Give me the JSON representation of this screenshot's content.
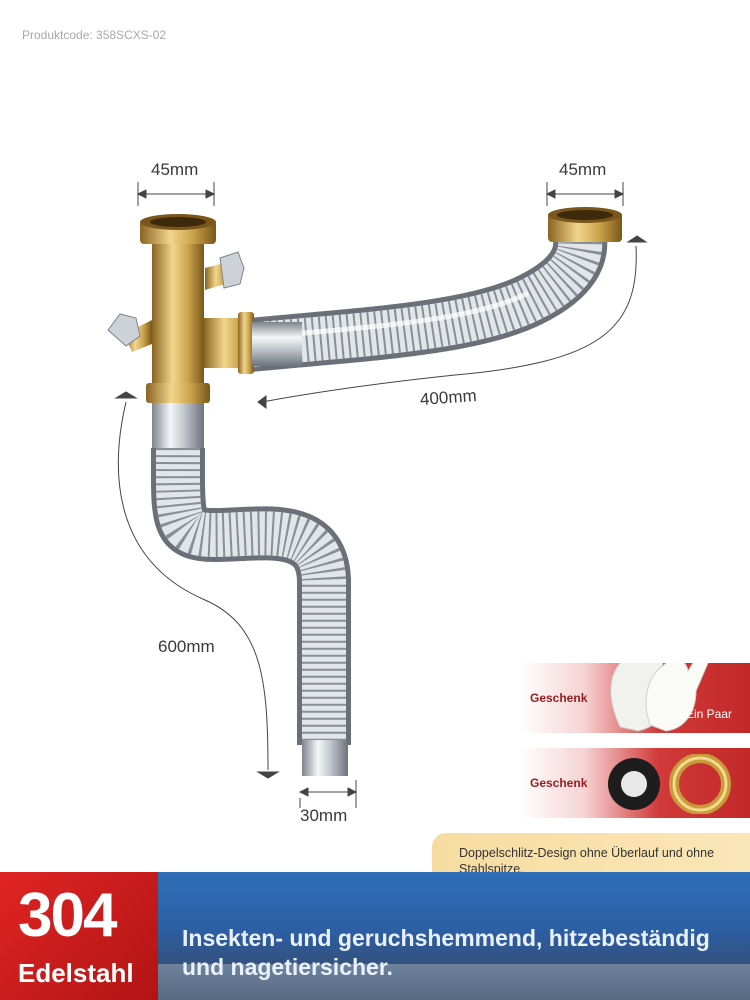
{
  "product_code": "Produktcode: 358SCXS-02",
  "dimensions": {
    "top_left": "45mm",
    "top_right": "45mm",
    "length_horizontal": "400mm",
    "length_vertical": "600mm",
    "bottom": "30mm"
  },
  "gifts": [
    {
      "label": "Geschenk",
      "caption": "Ein Paar",
      "icon": "gloves-icon"
    },
    {
      "label": "Geschenk",
      "caption": "",
      "icon": "seal-rings-icon"
    }
  ],
  "note": "Doppelschlitz-Design ohne Überlauf und ohne Stahlspitze.",
  "banner": {
    "material_number": "304",
    "material_name": "Edelstahl",
    "text": "Insekten- und geruchshemmend, hitzebeständig und nagetiersicher."
  },
  "colors": {
    "brass": "#c9a24a",
    "steel": "#c8ccd2",
    "accent_red": "#d32020",
    "banner_blue": "#2c5fa4"
  }
}
